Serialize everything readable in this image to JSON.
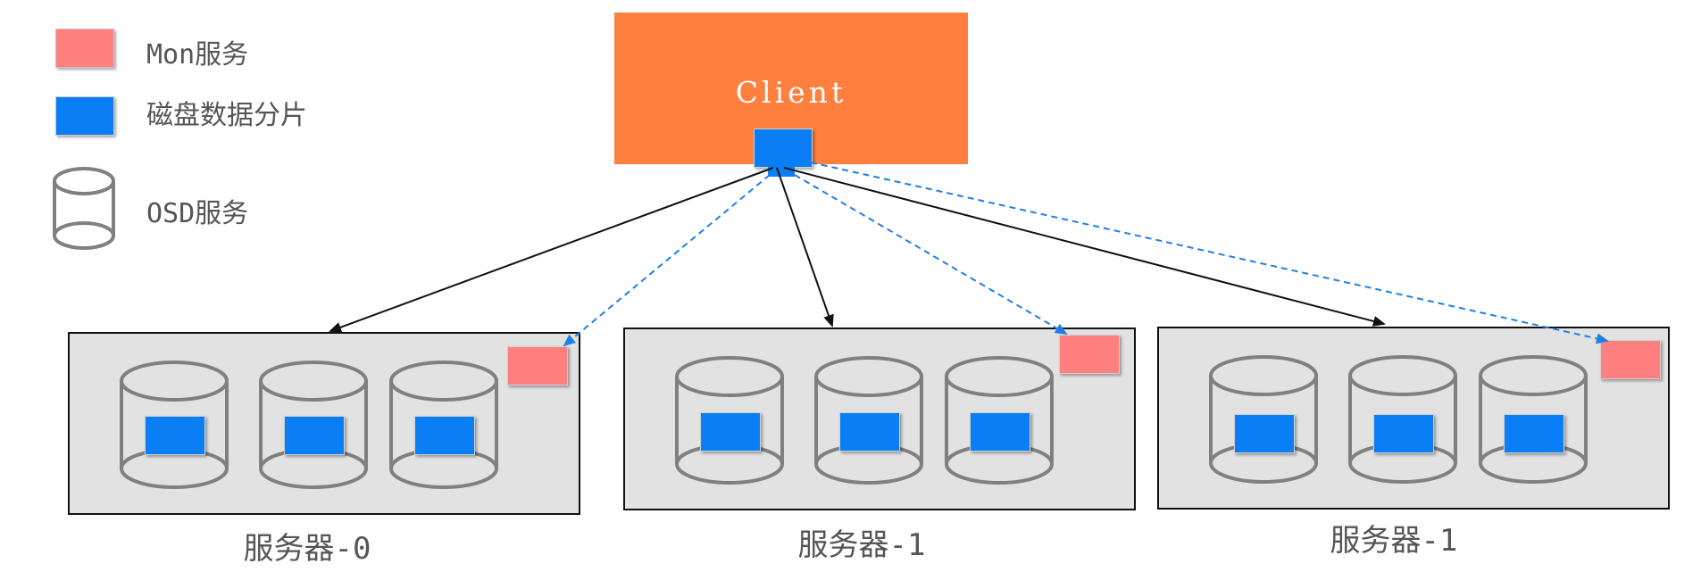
{
  "legend": {
    "mon_label": "Mon服务",
    "chunk_label": "磁盘数据分片",
    "osd_label": "OSD服务"
  },
  "client": {
    "label": "Client"
  },
  "servers": [
    {
      "label": "服务器-0"
    },
    {
      "label": "服务器-1"
    },
    {
      "label": "服务器-1"
    }
  ],
  "colors": {
    "mon": "#ff7f7f",
    "chunk": "#0a7ff5",
    "client": "#ff7f3f",
    "server_bg": "#e2e2e2",
    "cylinder": "#808080",
    "solid_arrow": "#111111",
    "dashed_arrow": "#1f7fe6"
  }
}
